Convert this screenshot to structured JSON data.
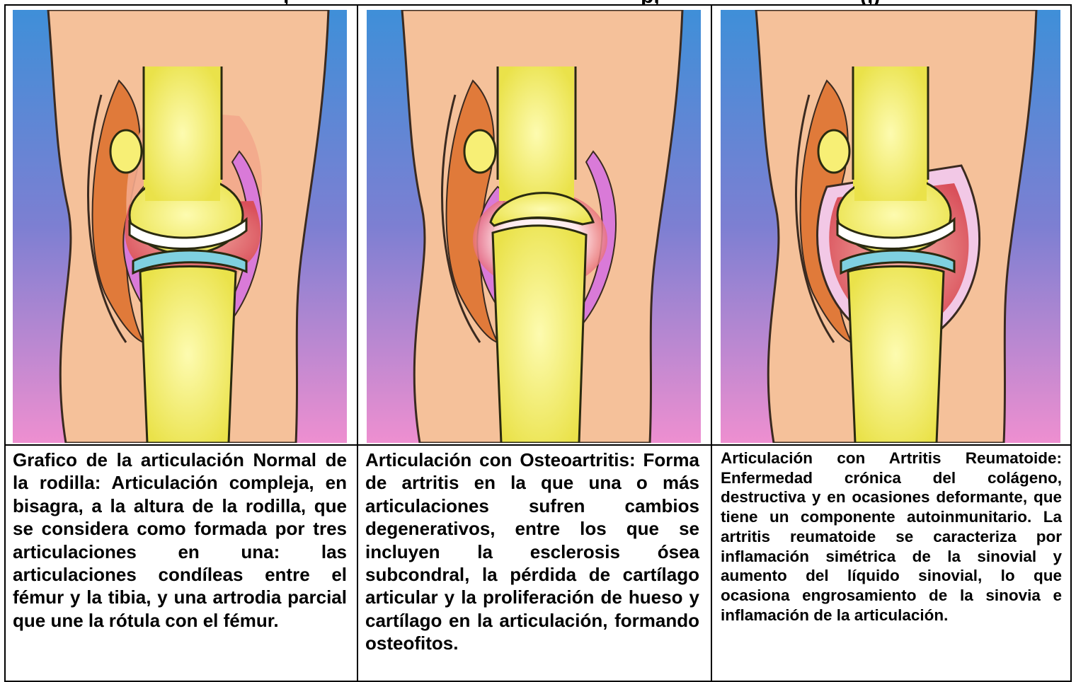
{
  "header_fragments": [
    ",",
    "p,",
    "(,)"
  ],
  "panels": [
    {
      "caption": "Grafico de la articulación Normal de la rodilla: Articulación compleja, en bisagra, a la altura de la rodilla, que se considera como formada por tres articulaciones en una: las articulaciones condíleas entre el fémur y la tibia, y una artrodia parcial que une la rótula con el fémur."
    },
    {
      "caption": "Articulación con Osteoartritis: Forma de artritis en la que una o más articulaciones sufren cambios degenerativos, entre los que se incluyen la esclerosis ósea subcondral, la pérdida de cartílago articular y la proliferación de hueso y cartílago en la articulación, formando osteofitos."
    },
    {
      "caption": "Articulación con Artritis Reumatoide: Enfermedad crónica del colágeno, destructiva y en ocasiones deformante, que tiene un componente autoinmunitario. La artritis reumatoide se caracteriza por inflamación simétrica de la sinovial y aumento del líquido sinovial, lo que ocasiona engrosamiento de la sinovia e inflamación de la articulación."
    }
  ],
  "colors": {
    "background_top": "#4f86cf",
    "background_bottom": "#e88fd0",
    "skin": "#f5c19a",
    "bone": "#f4f06a",
    "cartilage": "#7fd0e0",
    "synovium": "#d97ad8",
    "muscle": "#e07a3a",
    "fluid": "#e8707a"
  }
}
